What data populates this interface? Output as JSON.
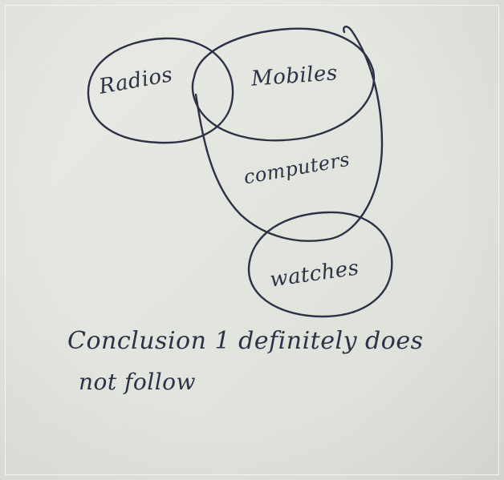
{
  "diagram": {
    "labels": {
      "radios": "Radios",
      "mobiles": "Mobiles",
      "computers": "computers",
      "watches": "watches"
    },
    "conclusion": {
      "line1": "Conclusion 1 definitely does",
      "line2": "not follow"
    }
  },
  "colors": {
    "ink": "#2d3145",
    "paper": "#e5e7e1"
  }
}
